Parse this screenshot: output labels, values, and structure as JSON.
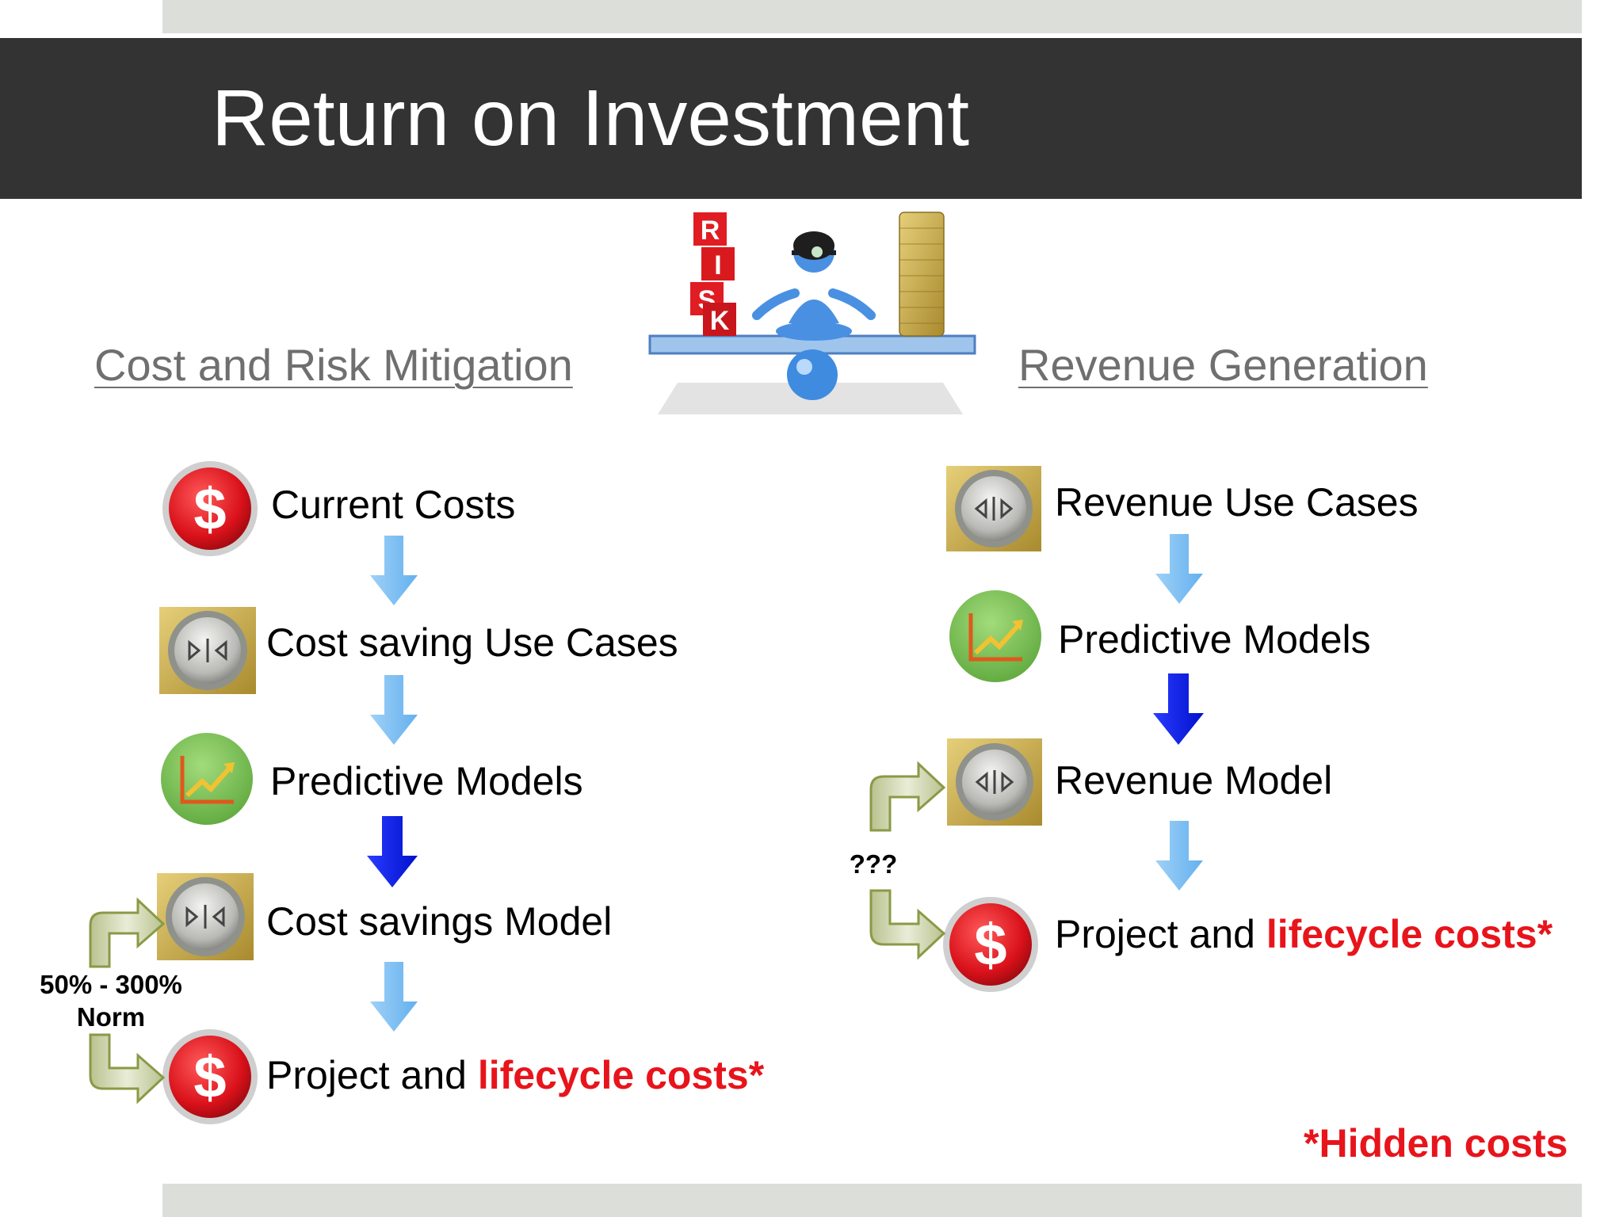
{
  "slide": {
    "title": "Return on Investment",
    "colors": {
      "header": "#333333",
      "highlight": "#e8141b",
      "arrow_light": "#7bbff2",
      "arrow_dark": "#0a18e6"
    }
  },
  "left": {
    "heading": "Cost and Risk Mitigation",
    "steps": [
      {
        "icon": "dollar-icon",
        "text": "Current Costs"
      },
      {
        "icon": "converge-icon",
        "text": "Cost saving Use Cases"
      },
      {
        "icon": "chart-up-icon",
        "text": "Predictive Models"
      },
      {
        "icon": "converge-icon",
        "text": "Cost savings Model"
      },
      {
        "icon": "dollar-icon",
        "text": "Project and ",
        "highlight": "lifecycle costs*"
      }
    ],
    "loop_note_line1": "50% - 300%",
    "loop_note_line2": "Norm"
  },
  "right": {
    "heading": "Revenue Generation",
    "steps": [
      {
        "icon": "diverge-icon",
        "text": "Revenue Use Cases"
      },
      {
        "icon": "chart-up-icon",
        "text": "Predictive Models"
      },
      {
        "icon": "diverge-icon",
        "text": "Revenue Model"
      },
      {
        "icon": "dollar-icon",
        "text": "Project and ",
        "highlight": "lifecycle costs*"
      }
    ],
    "loop_note": "???"
  },
  "center_image": {
    "icon": "risk-balance-icon",
    "letters": [
      "R",
      "I",
      "S",
      "K"
    ]
  },
  "footnote": "*Hidden costs"
}
